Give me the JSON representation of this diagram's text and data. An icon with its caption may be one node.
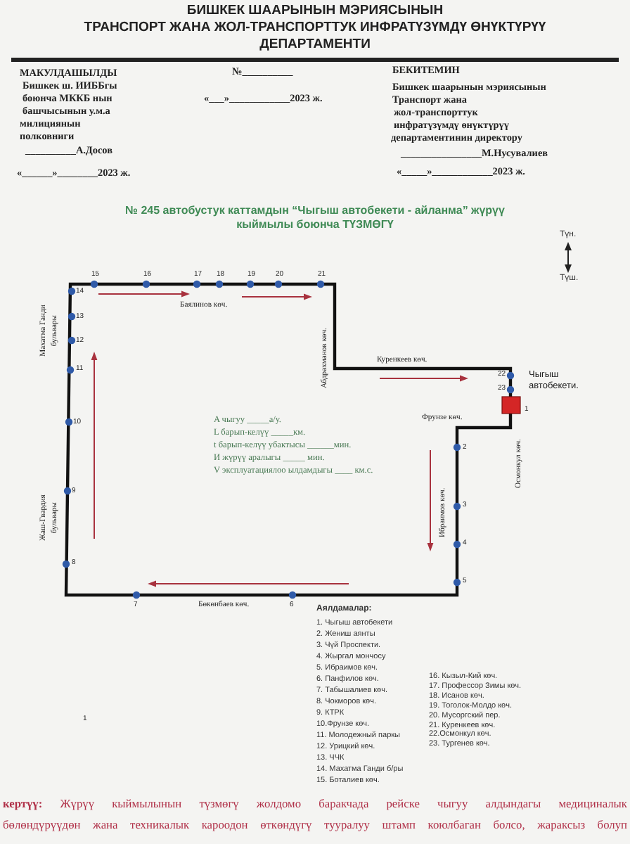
{
  "diagram": {
    "title": "№ 245 автобустук каттамдын “Чыгыш автобекети - айланма” жүрүү кыймылы боюнча ТҮЗМӨГҮ",
    "labels": [
      "БИШКЕК ШААРЫНЫН  МЭРИЯСЫНЫН",
      "ТРАНСПОРТ ЖАНА ЖОЛ-ТРАНСПОРТТУК ИНФРАТҮЗҮМДҮ ӨНҮКТҮРҮҮ",
      "ДЕПАРТАМЕНТИ",
      "МАКУЛДАШЫЛДЫ",
      "Бишкек ш. ИИББгы",
      "боюнча МККБ нын",
      "башчысынын у.м.а",
      "милициянын",
      "полковниги",
      "__________А.Досов",
      "«______»________2023 ж.",
      "№__________",
      "«___»____________2023 ж.",
      "БЕКИТЕМИН",
      "Бишкек шаарынын  мэриясынын",
      "Транспорт жана",
      "жол-транспорттук",
      "инфратүзүмдү өнүктүрүү",
      "департаментинин директору",
      "________________М.Нусувалиев",
      "«_____»____________2023 ж.",
      "Түн.",
      "Түш.",
      "Баялинов көч.",
      "Абдрахманов көч.",
      "Куренкеев көч.",
      "Чыгыш автобекети.",
      "Фрунзе көч.",
      "Осмонкул көч.",
      "Ибраимов көч.",
      "Бөкөнбаев көч.",
      "Махатма Ганди бульвары",
      "Жаш-Гвардия бульвары",
      "A чыгуу _____а/у.",
      "L барып-келүү _____км.",
      "t барып-келүү убактысы ______мин.",
      "И жүрүү аралыгы _____  мин.",
      "V эксплуатациялоо ылдамдыгы ____ км.с.",
      "1",
      "2",
      "3",
      "4",
      "5",
      "7",
      "6",
      "8",
      "9",
      "10",
      "11",
      "12",
      "13",
      "14",
      "15",
      "16",
      "17",
      "18",
      "19",
      "20",
      "21",
      "22",
      "23",
      "Аялдамалар:",
      "1. Чыгыш автобекети",
      "2. Жениш аянты",
      "3. Чүй Проспекти.",
      "4. Жыргал мончосу",
      "5. Ибраимов көч.",
      "6. Панфилов көч.",
      "7. Табышалиев көч.",
      "8. Чокморов көч.",
      "9. КТРК",
      "10.Фрунзе көч.",
      "11. Молодежный паркы",
      "12. Урицкий көч.",
      "13. ЧЧК",
      "14. Махатма Ганди б/ры",
      "15. Боталиев көч.",
      "16. Кызыл-Кий көч.",
      "17. Профессор Зимы көч.",
      "18. Исанов көч.",
      "19. Тоголок-Молдо көч.",
      "20. Мусоргский пер.",
      "21. Куренкеев көч.",
      "22.Осмонкул көч.",
      "23. Тургенев көч.",
      "1",
      "**кертүү:** Жүрүү кыймылынын түзмөгү жолдомо баракчада рейске чыгуу алдындагы медициналык",
      "бөлөндүрүүдөн жана техникалык кароодон өткөндүгү тууралуу штамп коюлбаган болсо, жараксыз болуп"
    ]
  }
}
